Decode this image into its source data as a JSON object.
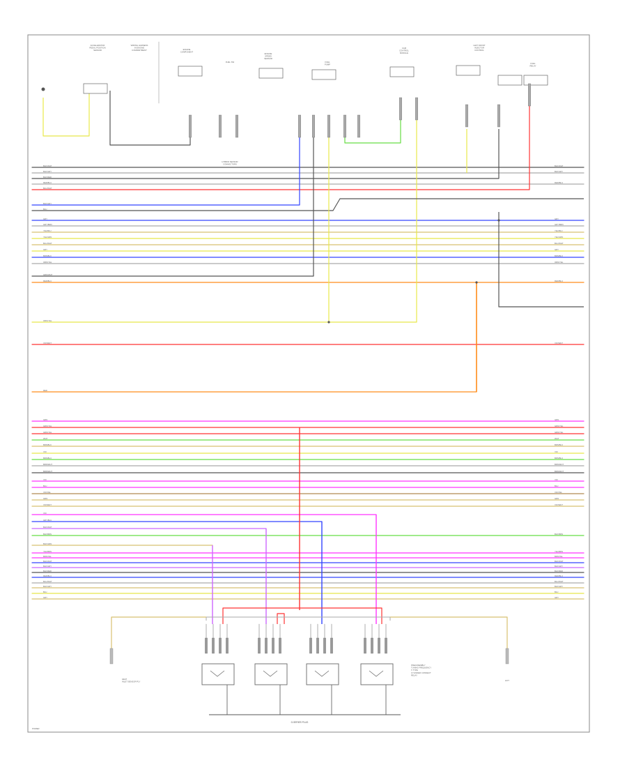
{
  "diagram": {
    "bottom_connector_label": "G-SERIES PLUG",
    "corner_label": "POWER",
    "left_sensor_label": "HEAT\nINLET SENSOR PLY",
    "right_ground_label": "HOT",
    "top_connector_label": "HYBRID SENSOR\nCONNECTORS",
    "module_label": "PREASSEMBLY\nTUNING FREQUENCY\nT-TYPE\nCYLINDER CONNECT\nRELAY",
    "top_labels": [
      "ACCELERATOR\nPEDAL POSITION\nSENSOR",
      "WIRING HARNESS\nIN ENGINE\nCOMPARTMENT",
      "ENGINE\nCOMPONENT",
      "FUEL SW",
      "ENGINE\nSPEED\nSENSOR",
      "FUEL\nPUMP",
      "CAM\nCONTROL\nMODULE",
      "LEFT FRONT\nINJECTOR\nCONTROL",
      "FUEL\nRELAY"
    ],
    "bus_left_labels": [
      "BLK/WHT",
      "BLK/GRY",
      "BLK/RED",
      "RED/BLU",
      "BLU/WHT",
      "BLK/GRY",
      "BLU",
      "GRY",
      "GRY/BRN",
      "YEL/BLU",
      "YEL/GRN",
      "BLU/WHT",
      "GRY",
      "BRN/BLK",
      "ORN/YEL",
      "GRN/WHT",
      "RED/BLU",
      "ORN/YEL",
      "VIO/WHT",
      "RED",
      "GRN",
      "GRN/YEL",
      "GRN/YEL",
      "WHT",
      "BRN/BLK",
      "VIO",
      "BRN/BLU",
      "BRN/WHT",
      "BRN/WHT",
      "VIO",
      "BLU",
      "VIO/YEL",
      "GRN",
      "VIO/WHT",
      "VIO",
      "GRY/BLU",
      "BLK/WHT",
      "BLK/BRN",
      "BLK/GRN",
      "YEL/BRN",
      "BRN/YEL"
    ]
  },
  "colors": {
    "frame": "#888888",
    "black": "#555555",
    "gray": "#aaaaaa",
    "red": "#ff3333",
    "blue": "#3344ff",
    "yellow": "#e8e84a",
    "orange": "#ff8c1a",
    "magenta": "#ff33ff",
    "green": "#66dd44",
    "violet": "#cc66ff",
    "tan": "#d8c070",
    "brown": "#b08a50"
  }
}
